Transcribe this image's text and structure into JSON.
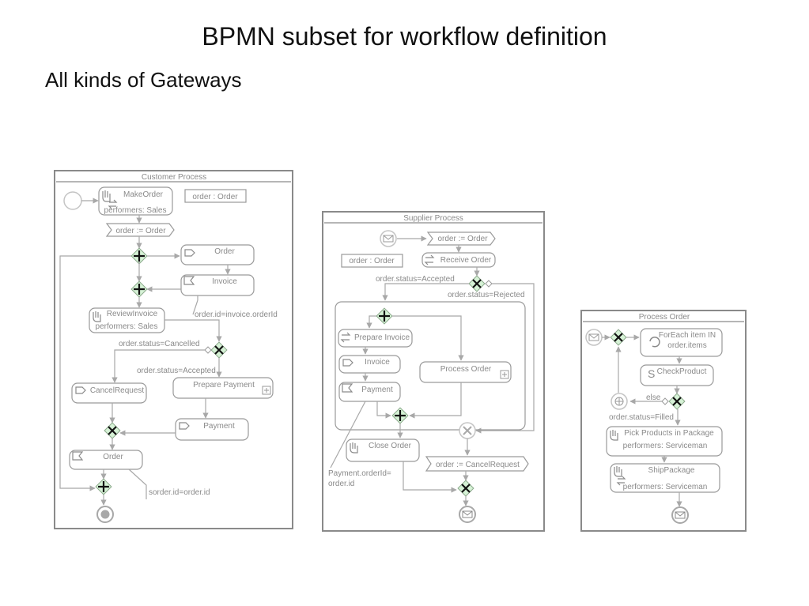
{
  "slide": {
    "title": "BPMN subset for workflow definition",
    "subtitle": "All kinds of Gateways"
  },
  "customer": {
    "pool_title": "Customer Process",
    "make_order": "MakeOrder",
    "make_order_perf": "performers: Sales",
    "order_obj": "order : Order",
    "assign_order": "order := Order",
    "order_msg": "Order",
    "invoice_msg": "Invoice",
    "review_invoice": "ReviewInvoice",
    "review_perf": "performers: Sales",
    "corr_invoice": "order.id=invoice.orderId",
    "cond_cancelled": "order.status=Cancelled",
    "cond_accepted": "order.status=Accepted",
    "prepare_payment": "Prepare Payment",
    "cancel_request": "CancelRequest",
    "payment": "Payment",
    "order_recv": "Order",
    "corr_sorder": "sorder.id=order.id"
  },
  "supplier": {
    "pool_title": "Supplier Process",
    "assign_order": "order := Order",
    "order_obj": "order : Order",
    "receive_order": "Receive Order",
    "cond_accepted": "order.status=Accepted",
    "cond_rejected": "order.status=Rejected",
    "prepare_invoice": "Prepare Invoice",
    "invoice": "Invoice",
    "process_order": "Process Order",
    "payment": "Payment",
    "close_order": "Close Order",
    "corr_payment_1": "Payment.orderId=",
    "corr_payment_2": "order.id",
    "assign_cancel": "order := CancelRequest"
  },
  "process": {
    "pool_title": "Process Order",
    "foreach_1": "ForEach item IN",
    "foreach_2": "order.items",
    "check_product": "CheckProduct",
    "else": "else",
    "cond_filled": "order.status=Filled",
    "pick_products": "Pick Products in Package",
    "pick_perf": "performers: Serviceman",
    "ship_package": "ShipPackage",
    "ship_perf": "performers: Serviceman"
  },
  "colors": {
    "gateway_fill": "#d6f2d6",
    "line": "#a8a8a8",
    "text": "#8a8a8a"
  }
}
